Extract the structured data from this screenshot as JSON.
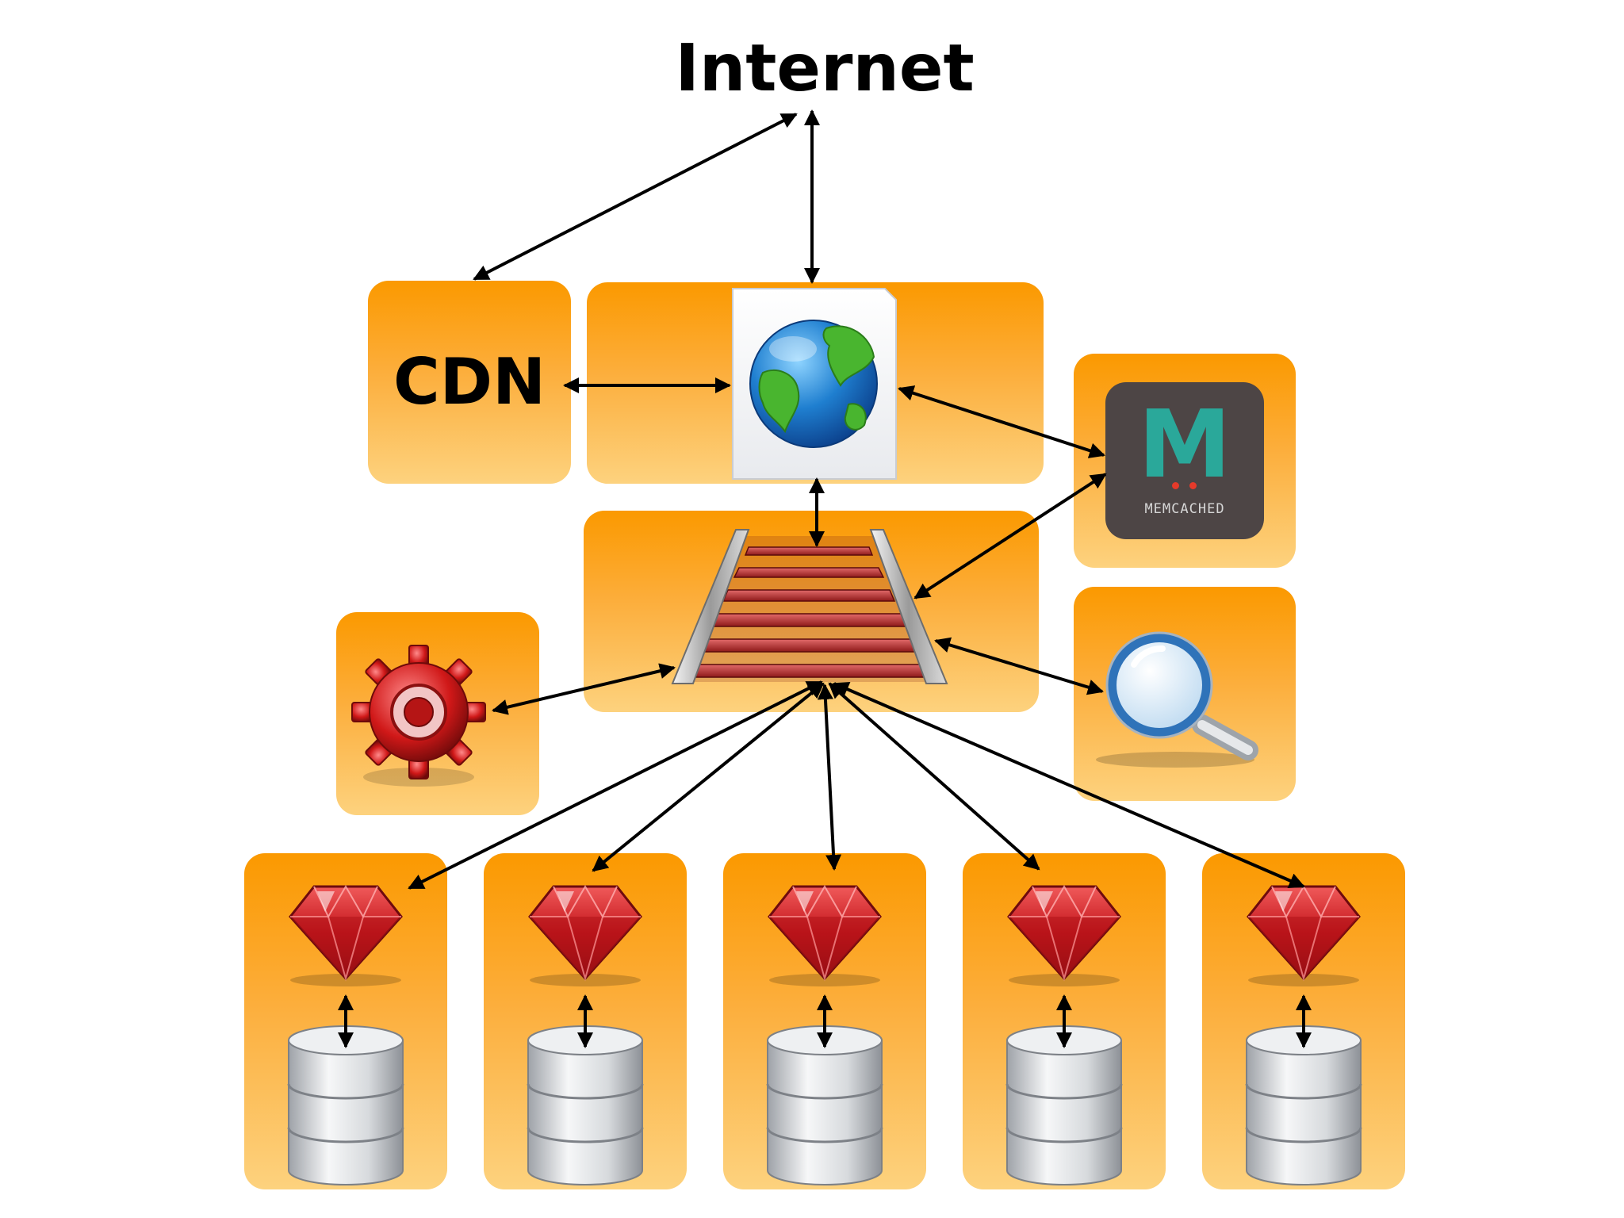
{
  "title": "Internet",
  "nodes": {
    "cdn": {
      "label": "CDN"
    },
    "memcached": {
      "label": "MEMCACHED",
      "letter": "M"
    }
  },
  "icons": {
    "web_server": "globe-icon",
    "rails_app": "rails-icon",
    "background_worker": "gear-icon",
    "search": "magnifier-icon",
    "cache": "memcached-icon",
    "shard_app": "ruby-icon",
    "shard_db": "database-icon"
  },
  "shard_count": 5,
  "colors": {
    "box_top": "#fb9900",
    "box_bottom": "#fdd27e",
    "ruby": "#c4161c",
    "memcached_bg": "#4d4545",
    "memcached_letter": "#2aa89a"
  }
}
